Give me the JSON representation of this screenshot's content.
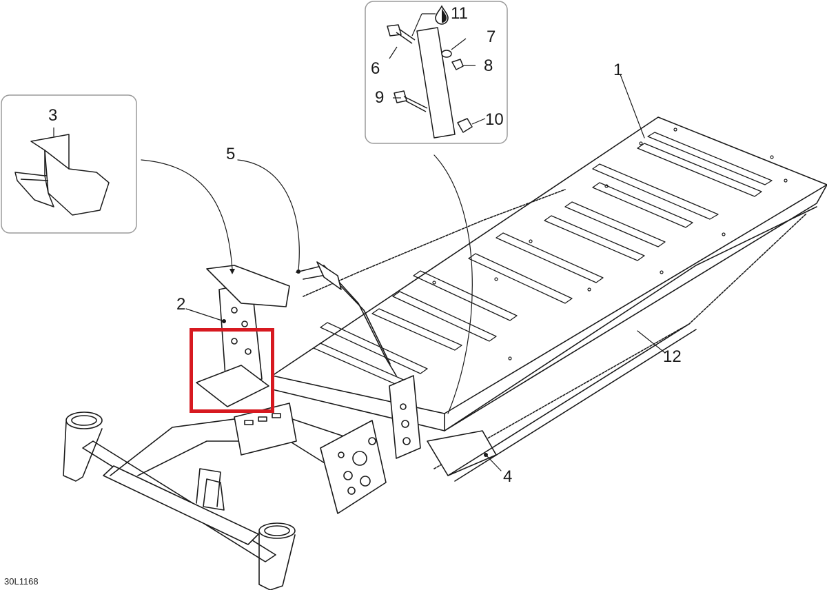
{
  "figure_id": "30L1168",
  "callouts": {
    "c1": "1",
    "c2": "2",
    "c3": "3",
    "c4": "4",
    "c5": "5",
    "c6": "6",
    "c7": "7",
    "c8": "8",
    "c9": "9",
    "c10": "10",
    "c11": "11",
    "c12": "12"
  },
  "icons": {
    "c11_symbol": "oil-drop-icon"
  },
  "colors": {
    "highlight": "#d71920",
    "line": "#1a1a1a",
    "inset_border": "#9a9a9a"
  }
}
